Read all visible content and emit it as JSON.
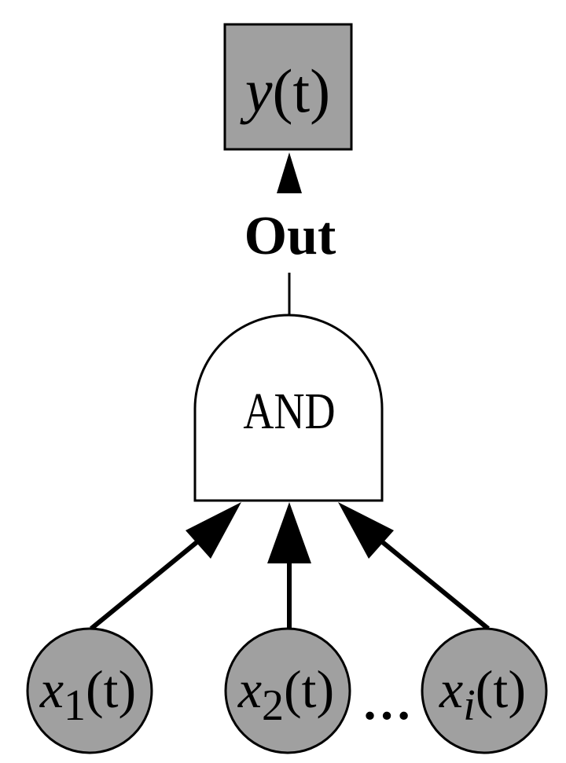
{
  "output_node": {
    "var": "y",
    "arg": "(t)",
    "fill": "#a0a0a0"
  },
  "output_label": "Out",
  "gate": {
    "label": "AND",
    "fill": "#ffffff"
  },
  "inputs": [
    {
      "var": "x",
      "sub": "1",
      "arg": "(t)"
    },
    {
      "var": "x",
      "sub": "2",
      "arg": "(t)"
    },
    {
      "var": "x",
      "sub": "i",
      "arg": "(t)"
    }
  ],
  "ellipsis": "…",
  "colors": {
    "node_fill": "#a0a0a0",
    "stroke": "#000000"
  }
}
